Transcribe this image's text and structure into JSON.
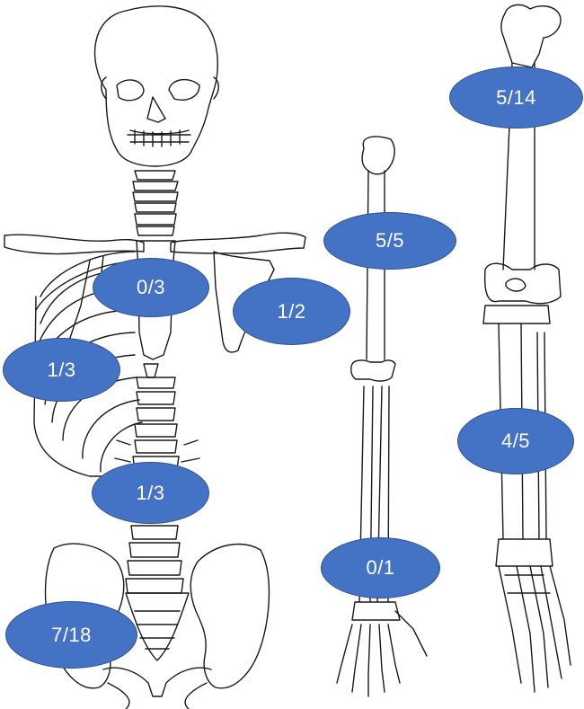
{
  "badges": {
    "ribs_upper": "0/3",
    "scapula": "1/2",
    "ribs_lower": "1/3",
    "spine": "1/3",
    "pelvis": "7/18",
    "humerus": "5/5",
    "forearm": "0/1",
    "femur": "5/14",
    "lower_leg": "4/5"
  },
  "colors": {
    "badge_fill": "#4472c4",
    "badge_border": "#2f528f",
    "badge_text": "#ffffff",
    "line_art": "#1a1a1a"
  }
}
